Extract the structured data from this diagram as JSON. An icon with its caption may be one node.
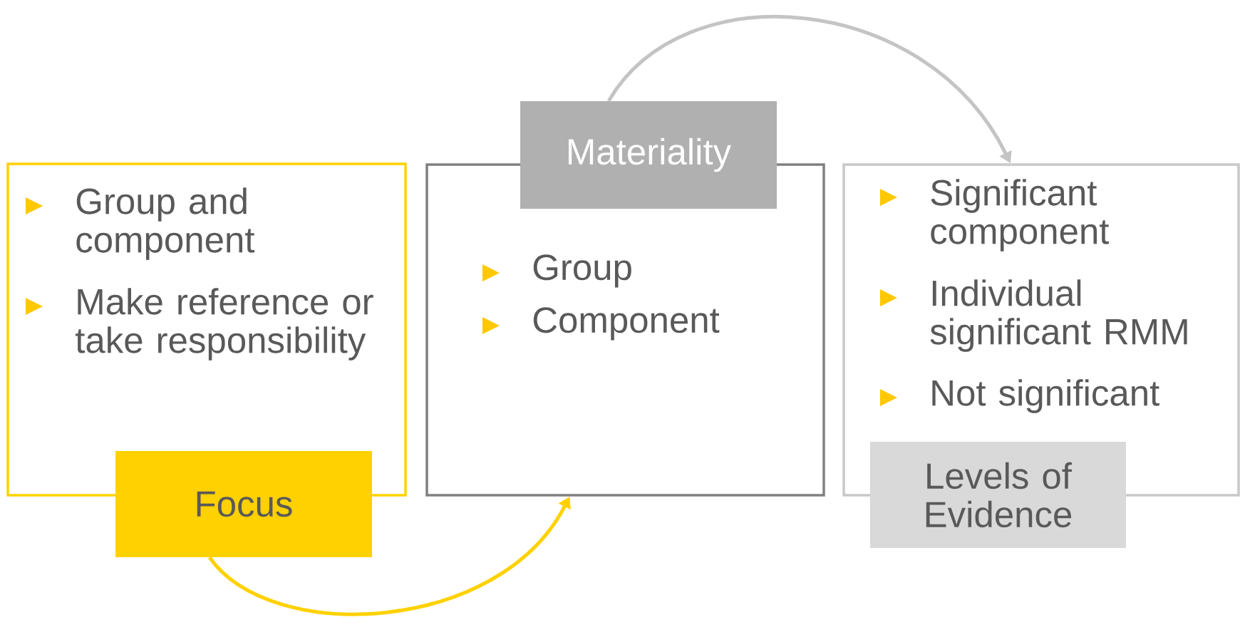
{
  "diagram": {
    "nodes": [
      {
        "text": [
          "Group and component",
          "Make reference or take responsibility"
        ]
      },
      {
        "text": [
          "Focus"
        ]
      },
      {
        "text": [
          "Group",
          "Component"
        ]
      },
      {
        "text": [
          "Materiality"
        ]
      },
      {
        "text": [
          "Significant component",
          "Individual significant RMM",
          "Not significant"
        ]
      },
      {
        "text": [
          "Levels of Evidence"
        ]
      }
    ],
    "edges": [
      {
        "from": 1,
        "to": 2,
        "arrow": "to",
        "color": "#ffd100"
      },
      {
        "from": 3,
        "to": 4,
        "arrow": "to",
        "color": "#c4c4c4"
      }
    ]
  }
}
